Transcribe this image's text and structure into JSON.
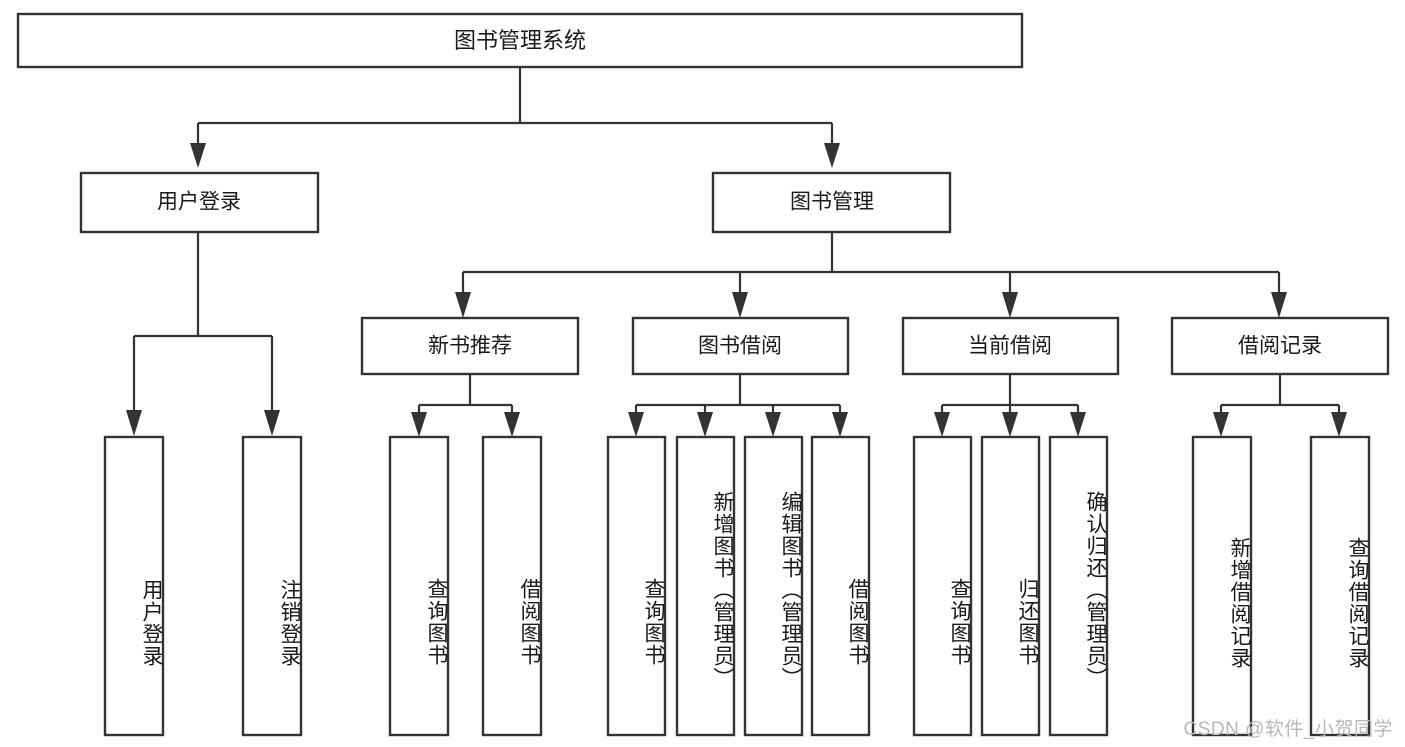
{
  "diagram": {
    "type": "hierarchy-tree",
    "title": "图书管理系统",
    "orientation": "top-down",
    "watermark": "CSDN @软件_小贺同学",
    "colors": {
      "background": "#ffffff",
      "box_fill": "#ffffff",
      "box_stroke": "#333333",
      "connector": "#333333",
      "text": "#1a1a1a",
      "watermark": "#b8b8b8"
    },
    "root": {
      "label": "图书管理系统"
    },
    "level2": [
      {
        "label": "用户登录"
      },
      {
        "label": "图书管理"
      }
    ],
    "level3": [
      {
        "label": "新书推荐"
      },
      {
        "label": "图书借阅"
      },
      {
        "label": "当前借阅"
      },
      {
        "label": "借阅记录"
      }
    ],
    "leaves": {
      "user_login": [
        {
          "label": "用户登录"
        },
        {
          "label": "注销登录"
        }
      ],
      "new_book_recommend": [
        {
          "label": "查询图书"
        },
        {
          "label": "借阅图书"
        }
      ],
      "book_borrow": [
        {
          "label": "查询图书"
        },
        {
          "label": "新增图书（管理员）"
        },
        {
          "label": "编辑图书（管理员）"
        },
        {
          "label": "借阅图书"
        }
      ],
      "current_borrow": [
        {
          "label": "查询图书"
        },
        {
          "label": "归还图书"
        },
        {
          "label": "确认归还（管理员）"
        }
      ],
      "borrow_record": [
        {
          "label": "新增借阅记录"
        },
        {
          "label": "查询借阅记录"
        }
      ]
    }
  }
}
